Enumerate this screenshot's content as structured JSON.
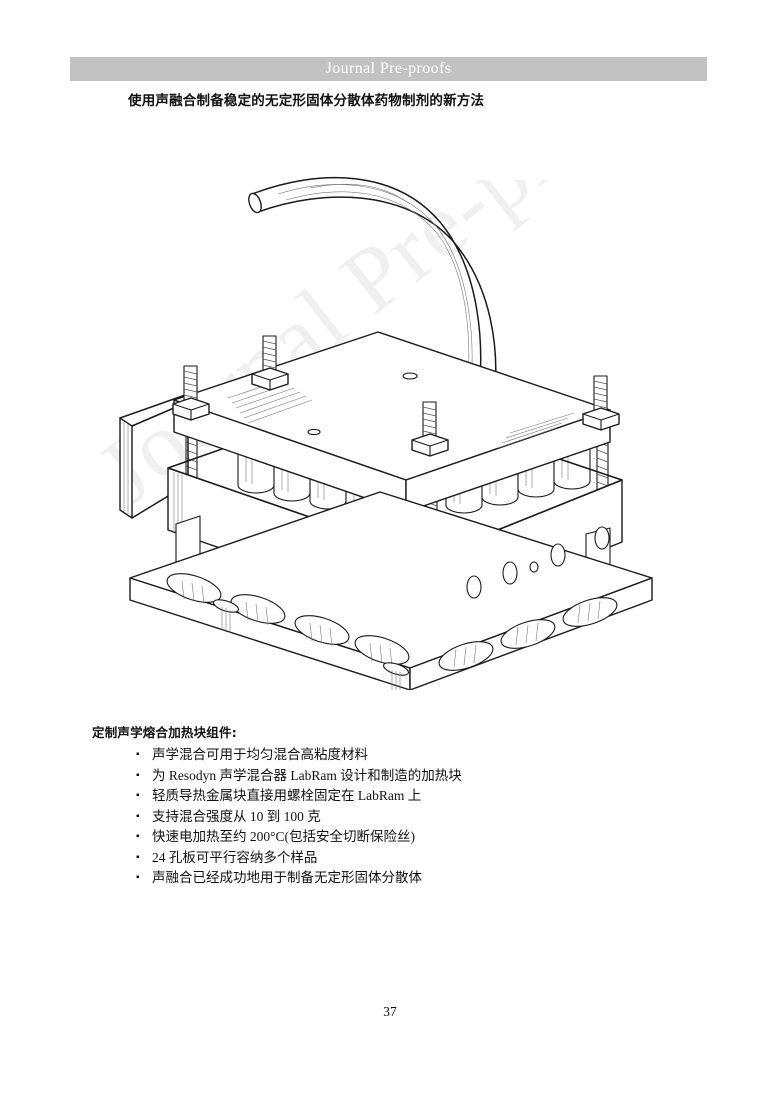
{
  "header": {
    "banner_text": "Journal Pre-proofs",
    "banner_bg_color": "#c2c2c2",
    "banner_text_color": "#ffffff"
  },
  "article": {
    "title": "使用声融合制备稳定的无定形固体分散体药物制剂的新方法"
  },
  "watermark": {
    "text": "Journal Pre-proofs",
    "color": "#f0f0f0"
  },
  "figure": {
    "name": "custom-resonant-acoustic-fusion-heating-block-assembly",
    "parts": {
      "tube": "flexible-tube",
      "top_plate": "top-clamp-plate",
      "bolts": "corner-threaded-studs-with-hex-nuts",
      "wells": "cylindrical-vial-wells",
      "base_plate": "24-well-base-plate",
      "holes": "well-openings"
    },
    "line_color": "#1a1a1a",
    "fill_color": "#ffffff"
  },
  "caption": {
    "heading": "定制声学熔合加热块组件:",
    "bullet_marker": "▪",
    "bullets": [
      "声学混合可用于均匀混合高粘度材料",
      "为 Resodyn 声学混合器 LabRam 设计和制造的加热块",
      "轻质导热金属块直接用螺栓固定在 LabRam 上",
      "支持混合强度从 10 到 100 克",
      "快速电加热至约 200°C(包括安全切断保险丝)",
      "24 孔板可平行容纳多个样品",
      "声融合已经成功地用于制备无定形固体分散体"
    ]
  },
  "footer": {
    "page_number": "37"
  }
}
